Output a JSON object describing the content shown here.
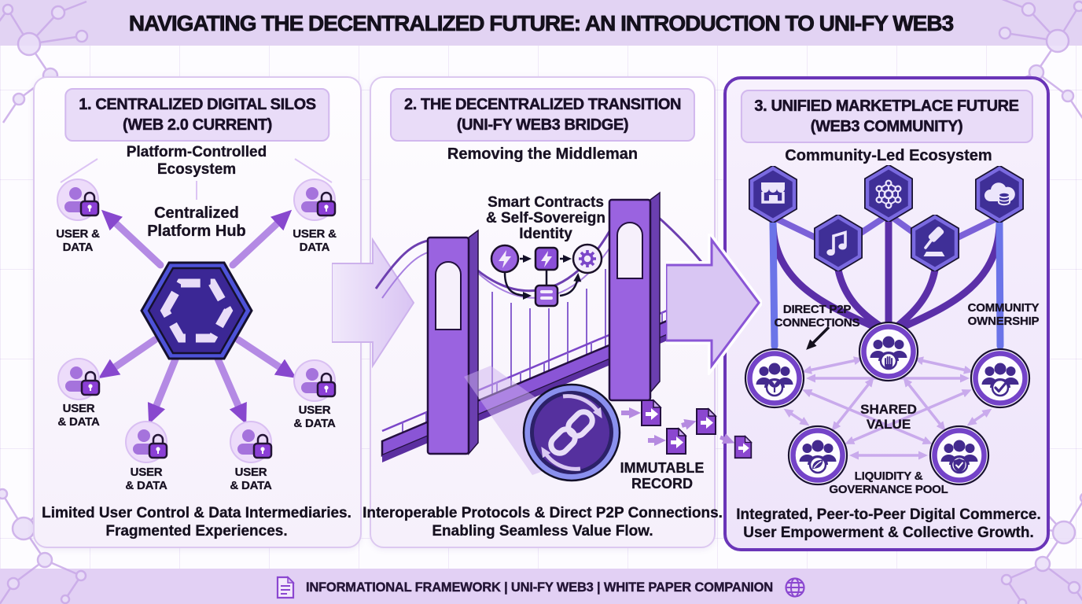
{
  "page": {
    "title": "NAVIGATING THE DECENTRALIZED FUTURE: AN INTRODUCTION TO UNI-FY WEB3",
    "footer": "INFORMATIONAL FRAMEWORK | UNI-FY WEB3 | WHITE PAPER COMPANION"
  },
  "colors": {
    "accent_purple": "#7443c8",
    "hub_fill": "#3b2795",
    "hub_ring": "#4d52d8",
    "panel3_border": "#6a35b8",
    "band_lavender": "#e2d3f3",
    "arrow_purple": "#8848ce",
    "mesh_light": "#c9aaec"
  },
  "panels": [
    {
      "heading1": "1. CENTRALIZED DIGITAL SILOS",
      "heading2": "(WEB 2.0 CURRENT)",
      "subtitle1": "Platform-Controlled",
      "subtitle2": "Ecosystem",
      "hub1": "Centralized",
      "hub2": "Platform Hub",
      "users": [
        {
          "l1": "USER &",
          "l2": "DATA"
        },
        {
          "l1": "USER &",
          "l2": "DATA"
        },
        {
          "l1": "USER",
          "l2": "& DATA"
        },
        {
          "l1": "USER",
          "l2": "& DATA"
        },
        {
          "l1": "USER",
          "l2": "& DATA"
        },
        {
          "l1": "USER",
          "l2": "& DATA"
        }
      ],
      "caption1": "Limited User Control & Data Intermediaries.",
      "caption2": "Fragmented Experiences."
    },
    {
      "heading1": "2. THE DECENTRALIZED TRANSITION",
      "heading2": "(UNI-FY WEB3 BRIDGE)",
      "subtitle": "Removing the Middleman",
      "smart1": "Smart Contracts",
      "smart2": "& Self-Sovereign",
      "smart3": "Identity",
      "immutable1": "IMMUTABLE",
      "immutable2": "RECORD",
      "caption1": "Interoperable Protocols & Direct P2P Connections.",
      "caption2": "Enabling Seamless Value Flow."
    },
    {
      "heading1": "3. UNIFIED MARKETPLACE FUTURE",
      "heading2": "(WEB3 COMMUNITY)",
      "subtitle": "Community-Led Ecosystem",
      "p2p1": "DIRECT P2P",
      "p2p2": "CONNECTIONS",
      "own1": "COMMUNITY",
      "own2": "OWNERSHIP",
      "shared1": "SHARED",
      "shared2": "VALUE",
      "pool1": "LIQUIDITY &",
      "pool2": "GOVERNANCE POOL",
      "caption1": "Integrated, Peer-to-Peer Digital Commerce.",
      "caption2": "User Empowerment & Collective Growth."
    }
  ]
}
